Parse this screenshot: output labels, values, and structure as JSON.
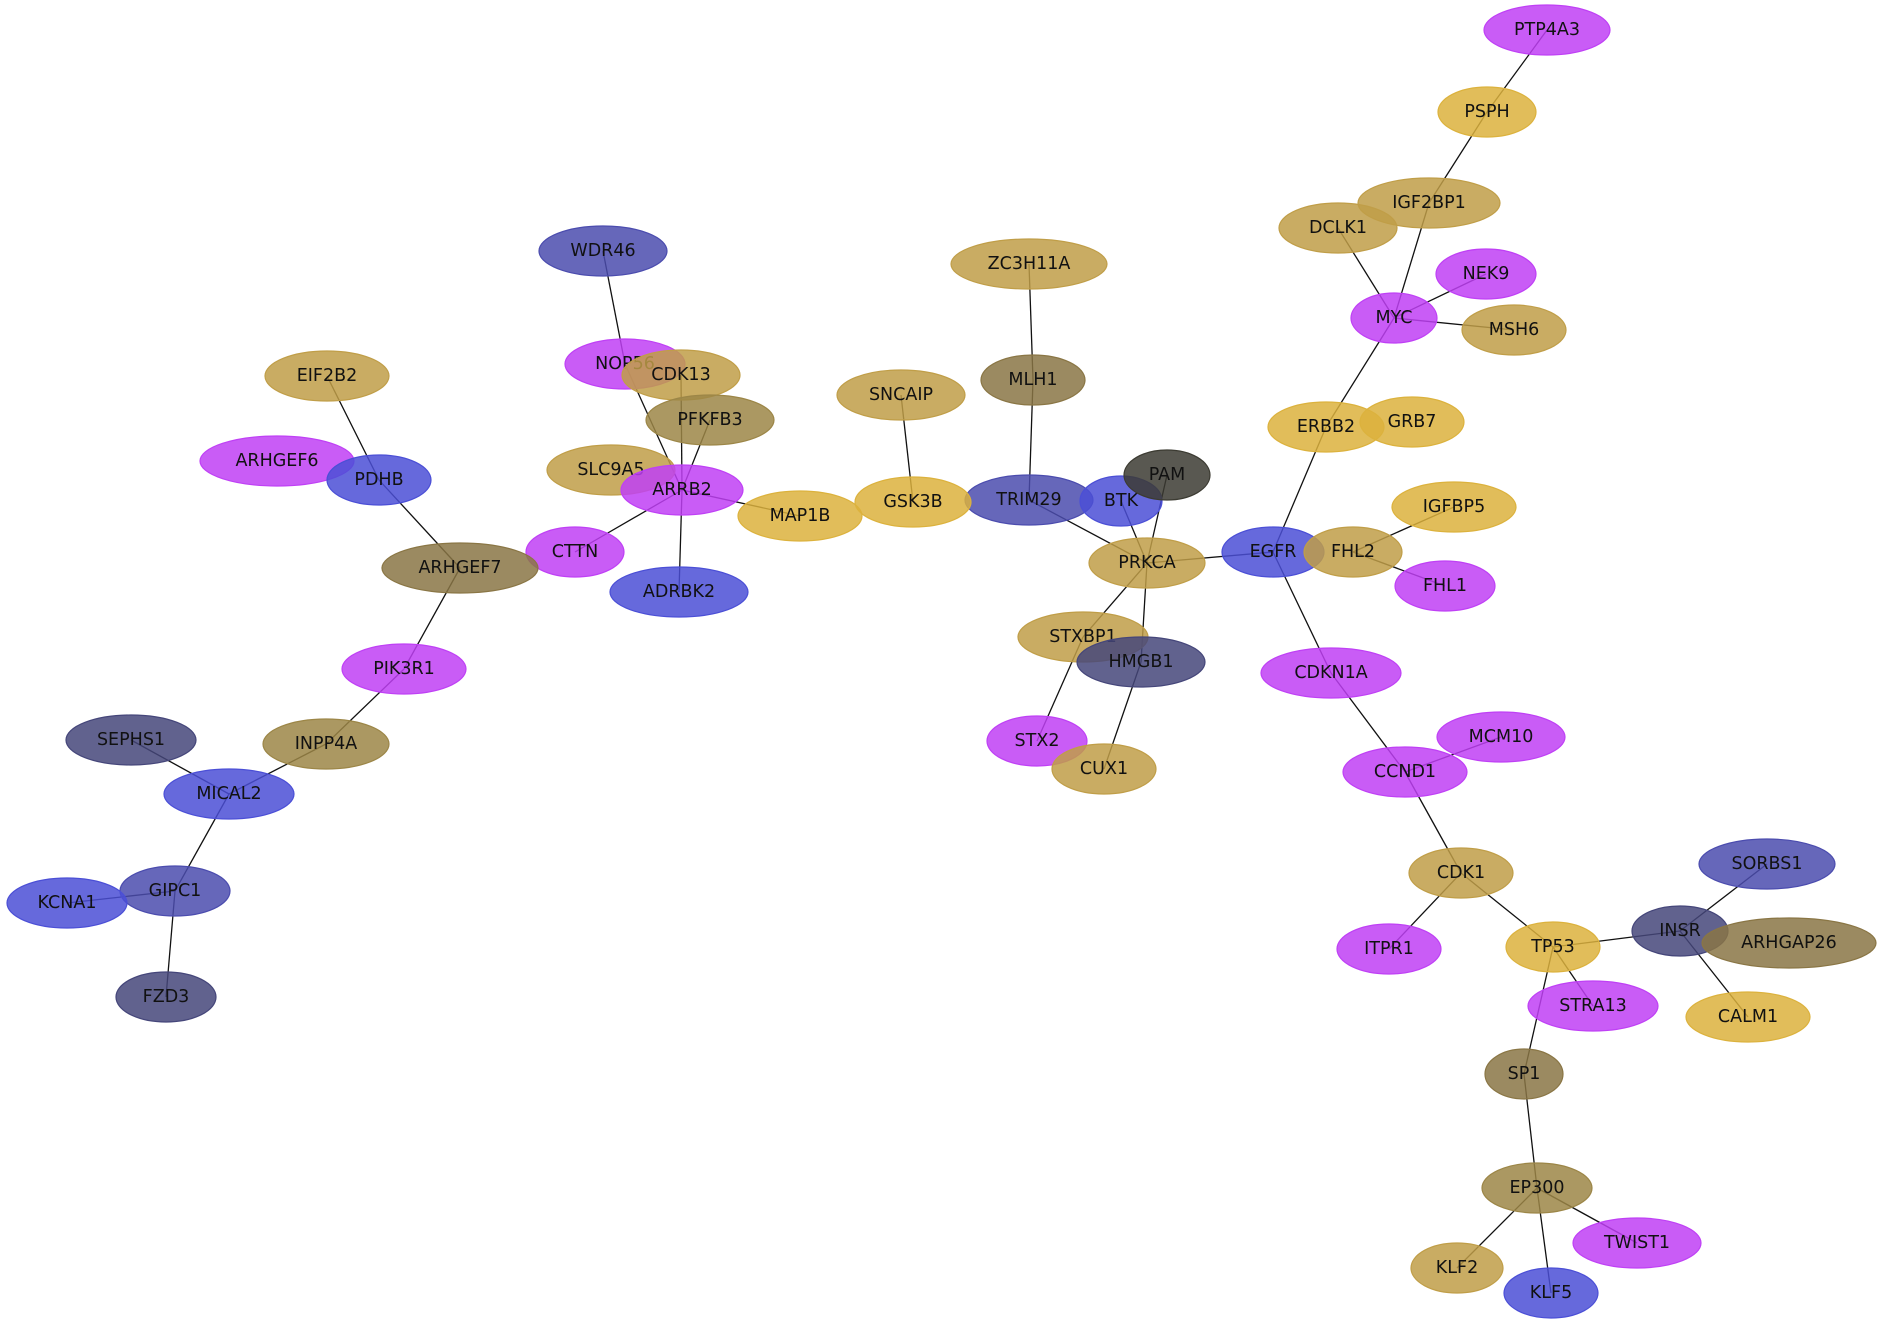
{
  "palette": {
    "magenta": "#bf40f5",
    "gold": "#dcb23d",
    "olive_gold": "#c09e48",
    "olive_dark": "#8a7645",
    "olive_mid": "#9c8647",
    "blue": "#4b4fd6",
    "navy": "#4b4cae",
    "slate": "#45467a",
    "gray_dark": "#3c3b32",
    "edge": "#111111"
  },
  "nodes": [
    {
      "id": "PTP4A3",
      "label": "PTP4A3",
      "color": "magenta"
    },
    {
      "id": "PSPH",
      "label": "PSPH",
      "color": "gold"
    },
    {
      "id": "IGF2BP1",
      "label": "IGF2BP1",
      "color": "olive_gold"
    },
    {
      "id": "DCLK1",
      "label": "DCLK1",
      "color": "olive_gold"
    },
    {
      "id": "NEK9",
      "label": "NEK9",
      "color": "magenta"
    },
    {
      "id": "MYC",
      "label": "MYC",
      "color": "magenta"
    },
    {
      "id": "MSH6",
      "label": "MSH6",
      "color": "olive_gold"
    },
    {
      "id": "ERBB2",
      "label": "ERBB2",
      "color": "gold"
    },
    {
      "id": "GRB7",
      "label": "GRB7",
      "color": "gold"
    },
    {
      "id": "IGFBP5",
      "label": "IGFBP5",
      "color": "gold"
    },
    {
      "id": "EGFR",
      "label": "EGFR",
      "color": "blue"
    },
    {
      "id": "FHL2",
      "label": "FHL2",
      "color": "olive_gold"
    },
    {
      "id": "FHL1",
      "label": "FHL1",
      "color": "magenta"
    },
    {
      "id": "CDKN1A",
      "label": "CDKN1A",
      "color": "magenta"
    },
    {
      "id": "MCM10",
      "label": "MCM10",
      "color": "magenta"
    },
    {
      "id": "CCND1",
      "label": "CCND1",
      "color": "magenta"
    },
    {
      "id": "CDK1",
      "label": "CDK1",
      "color": "olive_gold"
    },
    {
      "id": "ITPR1",
      "label": "ITPR1",
      "color": "magenta"
    },
    {
      "id": "TP53",
      "label": "TP53",
      "color": "gold"
    },
    {
      "id": "SORBS1",
      "label": "SORBS1",
      "color": "navy"
    },
    {
      "id": "INSR",
      "label": "INSR",
      "color": "slate"
    },
    {
      "id": "ARHGAP26",
      "label": "ARHGAP26",
      "color": "olive_dark"
    },
    {
      "id": "STRA13",
      "label": "STRA13",
      "color": "magenta"
    },
    {
      "id": "CALM1",
      "label": "CALM1",
      "color": "gold"
    },
    {
      "id": "SP1",
      "label": "SP1",
      "color": "olive_dark"
    },
    {
      "id": "EP300",
      "label": "EP300",
      "color": "olive_mid"
    },
    {
      "id": "TWIST1",
      "label": "TWIST1",
      "color": "magenta"
    },
    {
      "id": "KLF2",
      "label": "KLF2",
      "color": "olive_gold"
    },
    {
      "id": "KLF5",
      "label": "KLF5",
      "color": "blue"
    },
    {
      "id": "ZC3H11A",
      "label": "ZC3H11A",
      "color": "olive_gold"
    },
    {
      "id": "MLH1",
      "label": "MLH1",
      "color": "olive_dark"
    },
    {
      "id": "TRIM29",
      "label": "TRIM29",
      "color": "navy"
    },
    {
      "id": "BTK",
      "label": "BTK",
      "color": "blue"
    },
    {
      "id": "PAM",
      "label": "PAM",
      "color": "gray_dark"
    },
    {
      "id": "PRKCA",
      "label": "PRKCA",
      "color": "olive_gold"
    },
    {
      "id": "STXBP1",
      "label": "STXBP1",
      "color": "olive_gold"
    },
    {
      "id": "HMGB1",
      "label": "HMGB1",
      "color": "slate"
    },
    {
      "id": "STX2",
      "label": "STX2",
      "color": "magenta"
    },
    {
      "id": "CUX1",
      "label": "CUX1",
      "color": "olive_gold"
    },
    {
      "id": "SNCAIP",
      "label": "SNCAIP",
      "color": "olive_gold"
    },
    {
      "id": "GSK3B",
      "label": "GSK3B",
      "color": "gold"
    },
    {
      "id": "MAP1B",
      "label": "MAP1B",
      "color": "gold"
    },
    {
      "id": "WDR46",
      "label": "WDR46",
      "color": "navy"
    },
    {
      "id": "NOP56",
      "label": "NOP56",
      "color": "magenta"
    },
    {
      "id": "CDK13",
      "label": "CDK13",
      "color": "olive_gold"
    },
    {
      "id": "PFKFB3",
      "label": "PFKFB3",
      "color": "olive_mid"
    },
    {
      "id": "SLC9A5",
      "label": "SLC9A5",
      "color": "olive_gold"
    },
    {
      "id": "ARRB2",
      "label": "ARRB2",
      "color": "magenta"
    },
    {
      "id": "ADRBK2",
      "label": "ADRBK2",
      "color": "blue"
    },
    {
      "id": "CTTN",
      "label": "CTTN",
      "color": "magenta"
    },
    {
      "id": "EIF2B2",
      "label": "EIF2B2",
      "color": "olive_gold"
    },
    {
      "id": "ARHGEF6",
      "label": "ARHGEF6",
      "color": "magenta"
    },
    {
      "id": "PDHB",
      "label": "PDHB",
      "color": "blue"
    },
    {
      "id": "ARHGEF7",
      "label": "ARHGEF7",
      "color": "olive_dark"
    },
    {
      "id": "PIK3R1",
      "label": "PIK3R1",
      "color": "magenta"
    },
    {
      "id": "INPP4A",
      "label": "INPP4A",
      "color": "olive_mid"
    },
    {
      "id": "SEPHS1",
      "label": "SEPHS1",
      "color": "slate"
    },
    {
      "id": "MICAL2",
      "label": "MICAL2",
      "color": "blue"
    },
    {
      "id": "GIPC1",
      "label": "GIPC1",
      "color": "navy"
    },
    {
      "id": "KCNA1",
      "label": "KCNA1",
      "color": "blue"
    },
    {
      "id": "FZD3",
      "label": "FZD3",
      "color": "slate"
    }
  ],
  "edges": [
    [
      "PTP4A3",
      "PSPH"
    ],
    [
      "PSPH",
      "IGF2BP1"
    ],
    [
      "IGF2BP1",
      "MYC"
    ],
    [
      "DCLK1",
      "MYC"
    ],
    [
      "NEK9",
      "MYC"
    ],
    [
      "MSH6",
      "MYC"
    ],
    [
      "MYC",
      "ERBB2"
    ],
    [
      "ERBB2",
      "EGFR"
    ],
    [
      "IGFBP5",
      "FHL2"
    ],
    [
      "FHL2",
      "FHL1"
    ],
    [
      "EGFR",
      "PRKCA"
    ],
    [
      "EGFR",
      "CDKN1A"
    ],
    [
      "CDKN1A",
      "CCND1"
    ],
    [
      "MCM10",
      "CCND1"
    ],
    [
      "CCND1",
      "CDK1"
    ],
    [
      "CDK1",
      "ITPR1"
    ],
    [
      "CDK1",
      "TP53"
    ],
    [
      "TP53",
      "INSR"
    ],
    [
      "TP53",
      "STRA13"
    ],
    [
      "TP53",
      "SP1"
    ],
    [
      "SORBS1",
      "INSR"
    ],
    [
      "INSR",
      "CALM1"
    ],
    [
      "SP1",
      "EP300"
    ],
    [
      "EP300",
      "TWIST1"
    ],
    [
      "EP300",
      "KLF2"
    ],
    [
      "EP300",
      "KLF5"
    ],
    [
      "ZC3H11A",
      "MLH1"
    ],
    [
      "MLH1",
      "TRIM29"
    ],
    [
      "TRIM29",
      "PRKCA"
    ],
    [
      "BTK",
      "PRKCA"
    ],
    [
      "PAM",
      "PRKCA"
    ],
    [
      "PRKCA",
      "STXBP1"
    ],
    [
      "PRKCA",
      "HMGB1"
    ],
    [
      "STXBP1",
      "STX2"
    ],
    [
      "HMGB1",
      "CUX1"
    ],
    [
      "SNCAIP",
      "GSK3B"
    ],
    [
      "MAP1B",
      "ARRB2"
    ],
    [
      "WDR46",
      "NOP56"
    ],
    [
      "NOP56",
      "ARRB2"
    ],
    [
      "CDK13",
      "ARRB2"
    ],
    [
      "PFKFB3",
      "ARRB2"
    ],
    [
      "ARRB2",
      "ADRBK2"
    ],
    [
      "ARRB2",
      "CTTN"
    ],
    [
      "EIF2B2",
      "PDHB"
    ],
    [
      "PDHB",
      "ARHGEF7"
    ],
    [
      "ARHGEF7",
      "PIK3R1"
    ],
    [
      "PIK3R1",
      "INPP4A"
    ],
    [
      "INPP4A",
      "MICAL2"
    ],
    [
      "SEPHS1",
      "MICAL2"
    ],
    [
      "MICAL2",
      "GIPC1"
    ],
    [
      "GIPC1",
      "KCNA1"
    ],
    [
      "GIPC1",
      "FZD3"
    ]
  ]
}
